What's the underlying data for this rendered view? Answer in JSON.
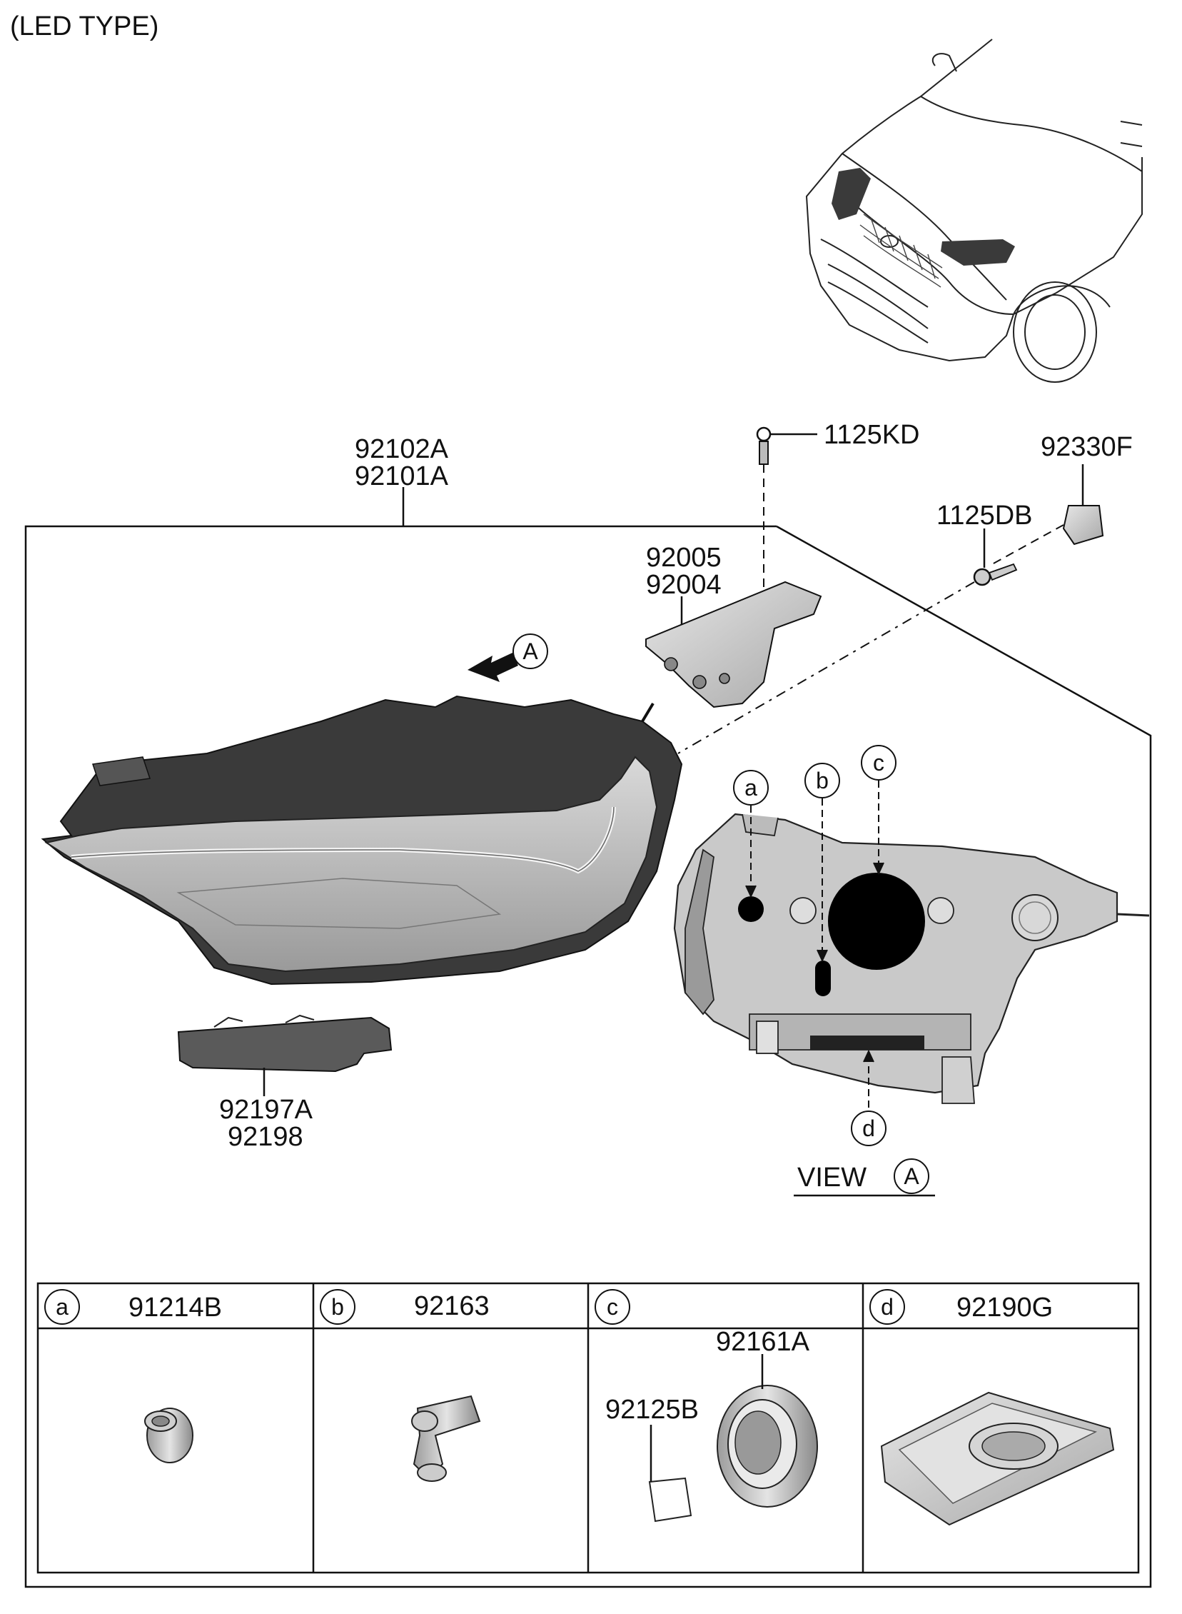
{
  "header": {
    "type_label": "(LED TYPE)"
  },
  "parts": {
    "headlamp_rh": "92102A",
    "headlamp_lh": "92101A",
    "bolt_upper": "1125KD",
    "connector": "92330F",
    "screw": "1125DB",
    "bracket_rh": "92005",
    "bracket_lh": "92004",
    "repair_bracket_a": "92197A",
    "repair_bracket_b": "92198"
  },
  "view": {
    "ref_marker": "A",
    "title": "VIEW",
    "ref": "A",
    "callouts": [
      "a",
      "b",
      "c",
      "d"
    ]
  },
  "legend": {
    "cells": [
      {
        "letter": "a",
        "part": "91214B"
      },
      {
        "letter": "b",
        "part": "92163"
      },
      {
        "letter": "c",
        "part": "",
        "sub_top": "92161A",
        "sub_left": "92125B"
      },
      {
        "letter": "d",
        "part": "92190G"
      }
    ]
  },
  "colors": {
    "line": "#111111",
    "dark_part": "#3a3a3a",
    "mid_part": "#8c8c8c",
    "light_part": "#c8c8c8"
  }
}
